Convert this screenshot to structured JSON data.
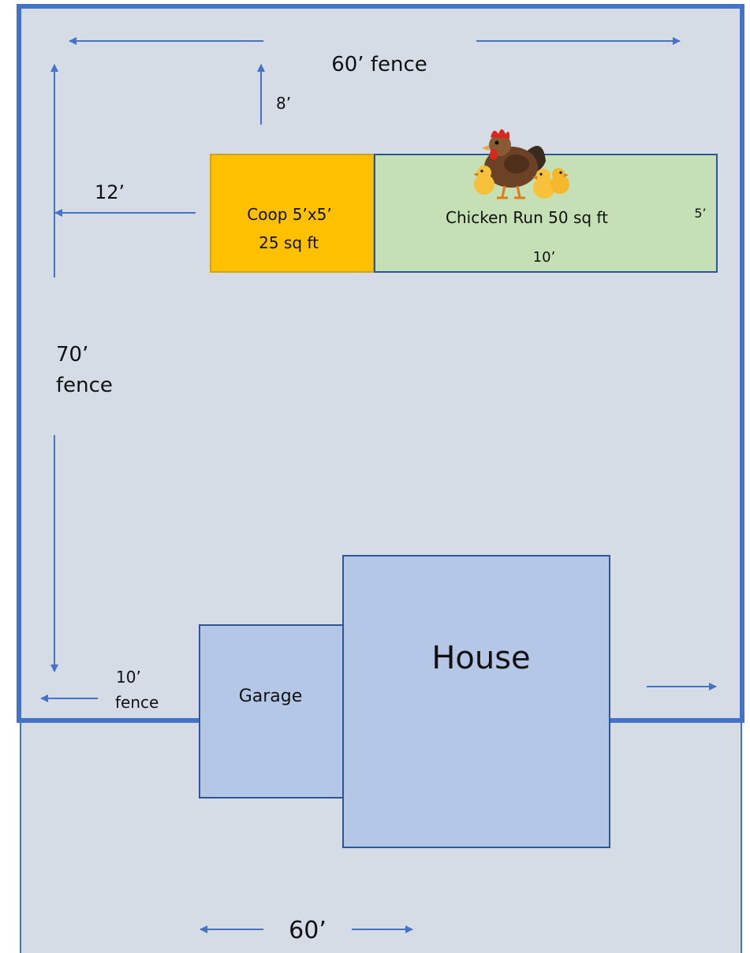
{
  "labels": {
    "top_fence": "60’ fence",
    "top_offset": "8’",
    "left_offset": "12’",
    "side_fence": "70’",
    "side_fence_word": "fence",
    "small_fence_len": "10’",
    "small_fence_word": "fence",
    "coop_title": "Coop 5’x5’",
    "coop_area": "25 sq ft",
    "run_title": "Chicken Run 50 sq ft",
    "run_length": "10’",
    "run_width": "5’",
    "garage": "Garage",
    "house": "House",
    "bottom_width": "60’"
  },
  "colors": {
    "yard": "#d5dce6",
    "fence": "#4472c4",
    "coop": "#ffc000",
    "coop_border": "#c9a227",
    "run": "#c5e0b4",
    "building": "#b4c7e7",
    "building_border": "#2f5597",
    "arrow": "#4472c4"
  },
  "icons": {
    "chicken_illustration": "hen-with-chicks-icon"
  }
}
